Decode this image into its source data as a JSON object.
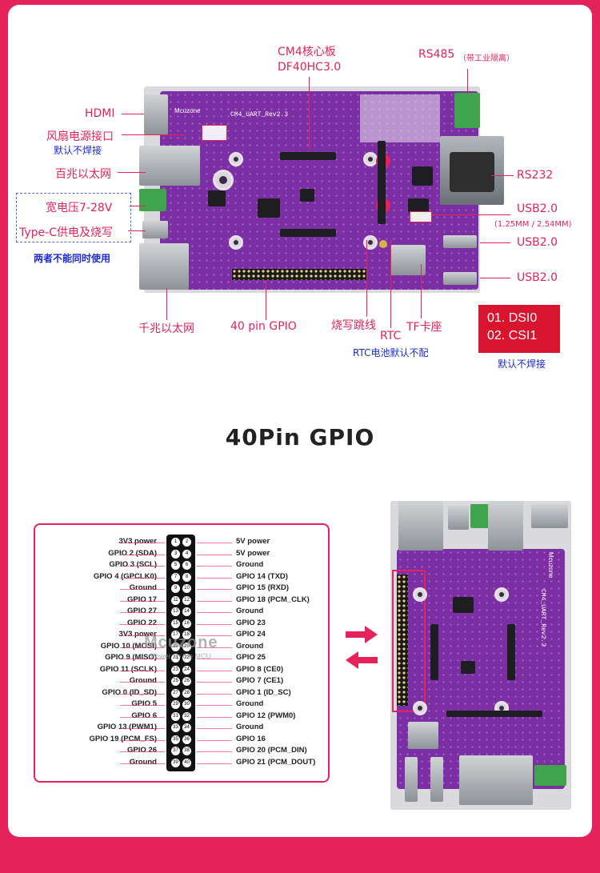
{
  "labels": {
    "hdmi": "HDMI",
    "fan": "风扇电源接口",
    "fan_note": "默认不焊接",
    "eth100": "百兆以太网",
    "wide_voltage": "宽电压7-28V",
    "typec": "Type-C供电及烧写",
    "both_note": "两者不能同时使用",
    "gig_eth": "千兆以太网",
    "gpio40": "40 pin GPIO",
    "burn_jumper": "烧写跳线",
    "rtc": "RTC",
    "rtc_note": "RTC电池默认不配",
    "tf": "TF卡座",
    "cm4_line1": "CM4核心板",
    "cm4_line2": "DF40HC3.0",
    "rs485": "RS485",
    "rs485_note": "（带工业隔离）",
    "rs232": "RS232",
    "usb_a": "USB2.0",
    "usb_a_note": "(1.25MM / 2.54MM)",
    "usb_b": "USB2.0",
    "usb_c": "USB2.0",
    "badge_1": "01. DSI0",
    "badge_2": "02. CSI1",
    "badge_note": "默认不焊接",
    "circle_1": "1",
    "circle_2": "2"
  },
  "board": {
    "silk_brand": "Mcuzone",
    "silk_model": "CM4_UART_Rev2.3"
  },
  "section_title": "40Pin GPIO",
  "watermark": {
    "brand": "Mcuzone",
    "tagline": "Power up the MCU"
  },
  "gpio": {
    "left": [
      "3V3 power",
      "GPIO 2 (SDA)",
      "GPIO 3 (SCL)",
      "GPIO 4 (GPCLK0)",
      "Ground",
      "GPIO 17",
      "GPIO 27",
      "GPIO 22",
      "3V3 power",
      "GPIO 10 (MOSI)",
      "GPIO 9 (MISO)",
      "GPIO 11 (SCLK)",
      "Ground",
      "GPIO 0 (ID_SD)",
      "GPIO 5",
      "GPIO 6",
      "GPIO 13 (PWM1)",
      "GPIO 19 (PCM_FS)",
      "GPIO 26",
      "Ground"
    ],
    "right": [
      "5V power",
      "5V power",
      "Ground",
      "GPIO 14 (TXD)",
      "GPIO 15 (RXD)",
      "GPIO 18 (PCM_CLK)",
      "Ground",
      "GPIO 23",
      "GPIO 24",
      "Ground",
      "GPIO 25",
      "GPIO 8 (CE0)",
      "GPIO 7 (CE1)",
      "GPIO 1 (ID_SC)",
      "Ground",
      "GPIO 12 (PWM0)",
      "Ground",
      "GPIO 16",
      "GPIO 20 (PCM_DIN)",
      "GPIO 21 (PCM_DOUT)"
    ],
    "pins_odd": [
      "1",
      "3",
      "5",
      "7",
      "9",
      "11",
      "13",
      "15",
      "17",
      "19",
      "21",
      "23",
      "25",
      "27",
      "29",
      "31",
      "33",
      "35",
      "37",
      "39"
    ],
    "pins_even": [
      "2",
      "4",
      "6",
      "8",
      "10",
      "12",
      "14",
      "16",
      "18",
      "20",
      "22",
      "24",
      "26",
      "28",
      "30",
      "32",
      "34",
      "36",
      "38",
      "40"
    ]
  },
  "colors": {
    "accent": "#e4235a",
    "board": "#7c2fa3",
    "note_blue": "#1d2bd6",
    "badge": "#d8142f"
  }
}
